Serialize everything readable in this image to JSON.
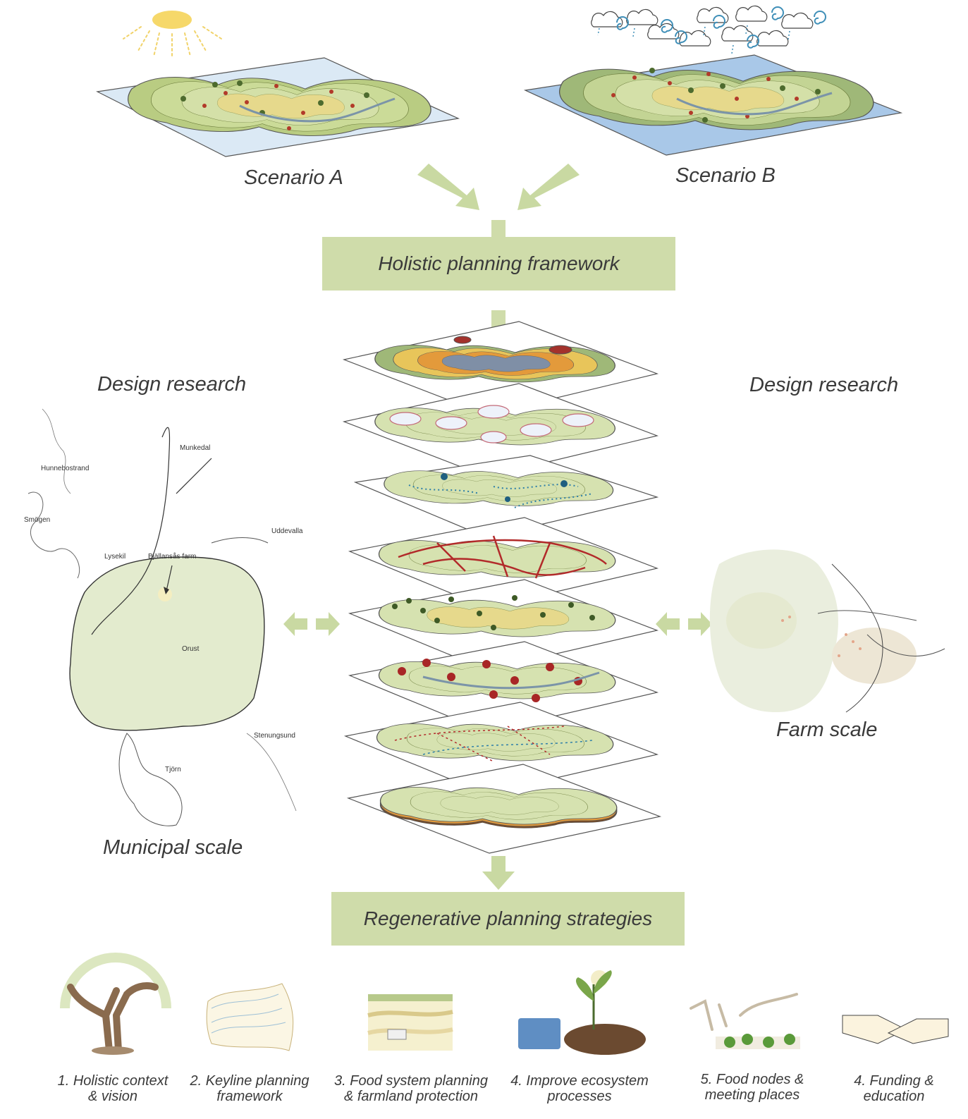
{
  "scenarios": {
    "a_label": "Scenario A",
    "b_label": "Scenario B"
  },
  "framework": {
    "holistic_box": "Holistic planning framework",
    "regen_box": "Regenerative planning strategies"
  },
  "design_research": {
    "left": "Design research",
    "right": "Design research"
  },
  "scales": {
    "municipal": "Municipal scale",
    "farm": "Farm scale"
  },
  "map_places": {
    "munkedal": "Munkedal",
    "hunnebostrand": "Hunnebostrand",
    "smogen": "Smögen",
    "uddevalla": "Uddevalla",
    "lysekil": "Lysekil",
    "bjallansas": "Bjällansås farm",
    "orust": "Orust",
    "stenungsund": "Stenungsund",
    "tjorn": "Tjörn"
  },
  "strategies": [
    {
      "line1": "1. Holistic context",
      "line2": "& vision",
      "icon": "tree-icon"
    },
    {
      "line1": "2. Keyline planning",
      "line2": "framework",
      "icon": "contour-map-icon"
    },
    {
      "line1": "3. Food system planning",
      "line2": "& farmland protection",
      "icon": "farmland-icon"
    },
    {
      "line1": "4. Improve ecosystem",
      "line2": "processes",
      "icon": "seedling-icon"
    },
    {
      "line1": "5. Food nodes &",
      "line2": "meeting places",
      "icon": "people-garden-icon"
    },
    {
      "line1": "4. Funding &",
      "line2": "education",
      "icon": "handshake-icon"
    }
  ],
  "colors": {
    "accent_green": "#cfdcaa",
    "arrow_green": "#c9d9a2",
    "land_green": "#d6e2b0",
    "water_light": "#dbe9f5",
    "water_blue": "#a9c8e8",
    "route_red": "#b22a2a",
    "contour_orange": "#e39a3b",
    "sun_yellow": "#f6d86a"
  }
}
